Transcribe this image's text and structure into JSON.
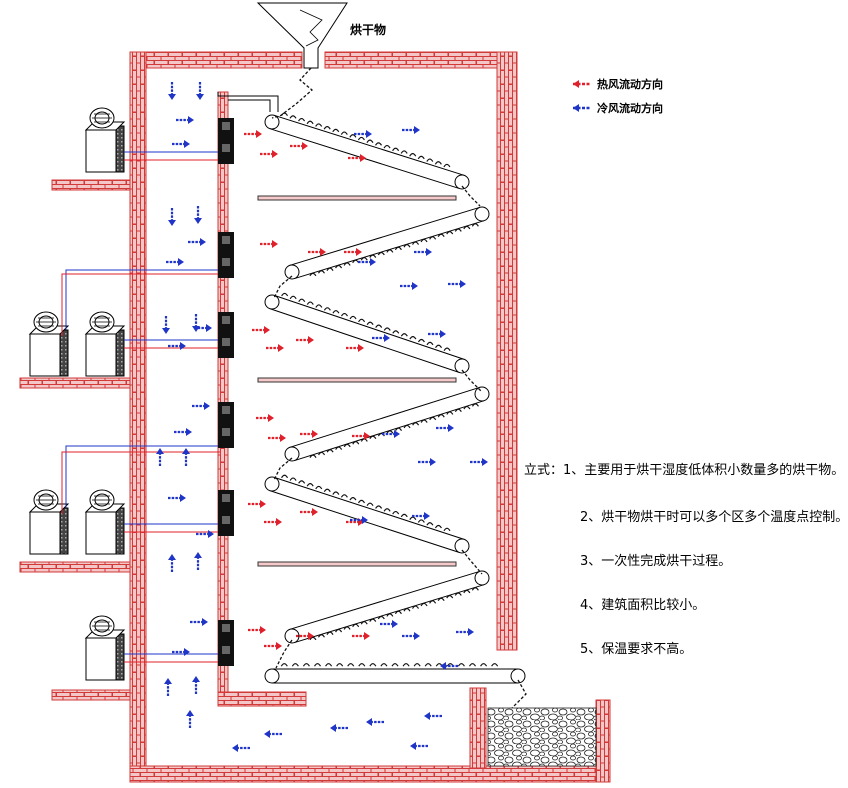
{
  "hopper_label": "烘干物",
  "legend": {
    "hot": {
      "label": "热风流动方向",
      "color": "#e0202a"
    },
    "cold": {
      "label": "冷风流动方向",
      "color": "#1f35c8"
    }
  },
  "notes": {
    "prefix": "立式：",
    "items": [
      "1、主要用于烘干湿度低体积小数量多的烘干物。",
      "2、烘干物烘干时可以多个区多个温度点控制。",
      "3、一次性完成烘干过程。",
      "4、建筑面积比较小。",
      "5、保温要求不高。"
    ]
  },
  "colors": {
    "brick_fill": "#f3c7c7",
    "brick_line": "#d23a3a",
    "hot_arrow": "#e0202a",
    "cold_arrow": "#1f35c8",
    "pipe": "#1f35c8",
    "ground": "#e04040"
  },
  "icons": {
    "heat_pump_unit": "heat-pump-icon",
    "fan_unit": "fan-icon",
    "arrow_hot": "red-arrow-icon",
    "arrow_cold": "blue-arrow-icon"
  }
}
